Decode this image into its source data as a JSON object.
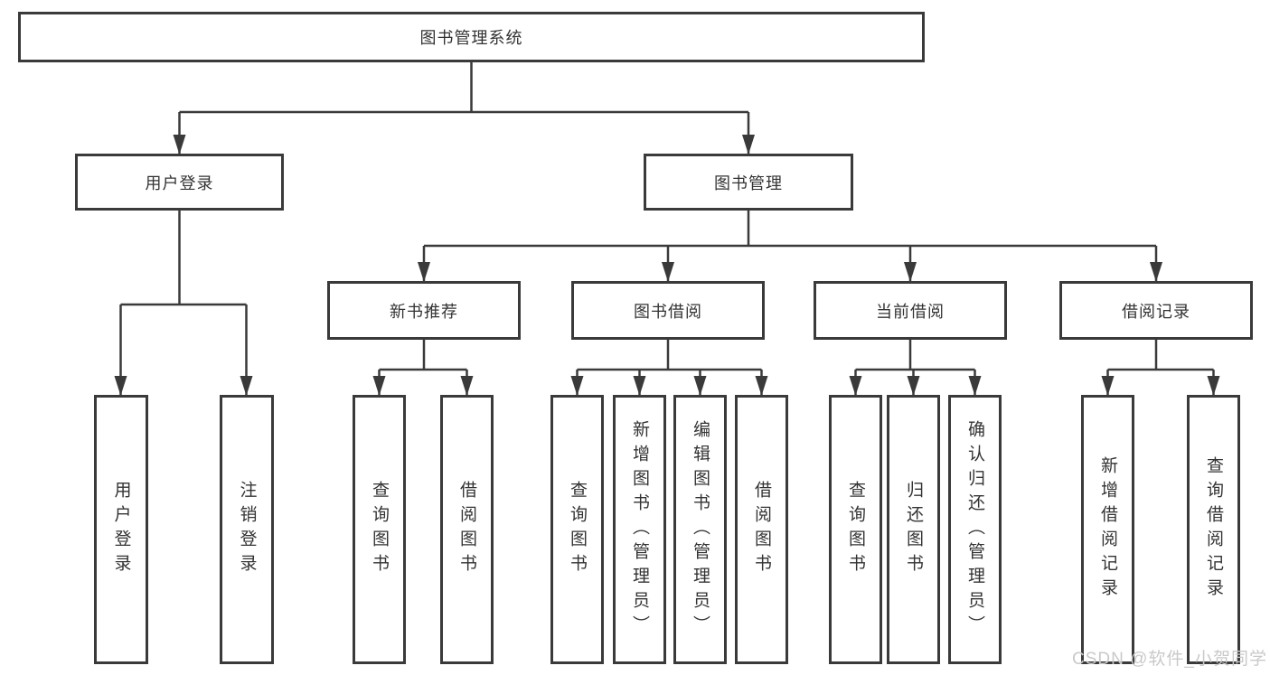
{
  "tree": {
    "root": {
      "label": "图书管理系统",
      "children": [
        {
          "label": "用户登录",
          "children": [
            {
              "label": "用户登录"
            },
            {
              "label": "注销登录"
            }
          ]
        },
        {
          "label": "图书管理",
          "children": [
            {
              "label": "新书推荐",
              "children": [
                {
                  "label": "查询图书"
                },
                {
                  "label": "借阅图书"
                }
              ]
            },
            {
              "label": "图书借阅",
              "children": [
                {
                  "label": "查询图书"
                },
                {
                  "label": "新增图书（管理员）"
                },
                {
                  "label": "编辑图书（管理员）"
                },
                {
                  "label": "借阅图书"
                }
              ]
            },
            {
              "label": "当前借阅",
              "children": [
                {
                  "label": "查询图书"
                },
                {
                  "label": "归还图书"
                },
                {
                  "label": "确认归还（管理员）"
                }
              ]
            },
            {
              "label": "借阅记录",
              "children": [
                {
                  "label": "新增借阅记录"
                },
                {
                  "label": "查询借阅记录"
                }
              ]
            }
          ]
        }
      ]
    }
  },
  "watermark": "CSDN @软件_小贺同学",
  "colors": {
    "line": "#3a3a3a",
    "box_border": "#3a3a3a",
    "text": "#333333",
    "background": "#ffffff",
    "watermark": "#c9c9c9"
  }
}
